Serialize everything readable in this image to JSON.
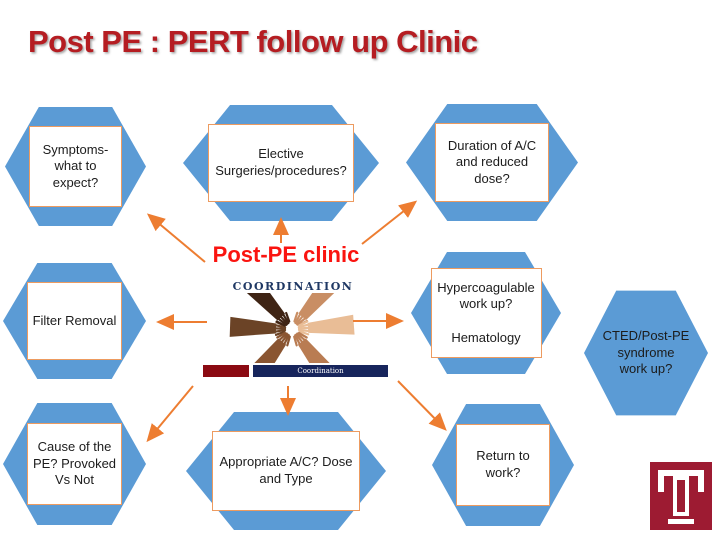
{
  "title": "Post PE : PERT follow up Clinic",
  "center": {
    "label": "Post-PE clinic",
    "image_caption": "COORDINATION",
    "image_name": "hands-joined-coordination-photo",
    "bar_label": "Coordination"
  },
  "hexagons": [
    {
      "id": "symptoms",
      "label": "Symptoms-\nwhat to\nexpect?"
    },
    {
      "id": "elective-surgeries",
      "label": "Elective\nSurgeries/procedures?"
    },
    {
      "id": "ac-duration",
      "label": "Duration of A/C\nand reduced\ndose?"
    },
    {
      "id": "filter-removal",
      "label": "Filter Removal"
    },
    {
      "id": "hypercoagulable",
      "label": "Hypercoagulable\nwork up?\n\nHematology"
    },
    {
      "id": "cted-syndrome",
      "label": "CTED/Post-PE\nsyndrome\nwork up?"
    },
    {
      "id": "pe-cause",
      "label": "Cause of the\nPE? Provoked\nVs Not"
    },
    {
      "id": "anticoagulation",
      "label": "Appropriate A/C? Dose\nand Type"
    },
    {
      "id": "return-to-work",
      "label": "Return to\nwork?"
    }
  ],
  "colors": {
    "hexagon_blue": "#5b9bd5",
    "arrow_orange": "#ed7d31",
    "box_border_orange": "#ed9b60",
    "title_red": "#b51d22",
    "center_label_red": "#fa1410",
    "caption_navy": "#1f3864",
    "bar_maroon": "#8b0a12",
    "bar_navy": "#17255c",
    "temple_red": "#9d1b32"
  },
  "logo": {
    "name": "temple-university-logo"
  }
}
